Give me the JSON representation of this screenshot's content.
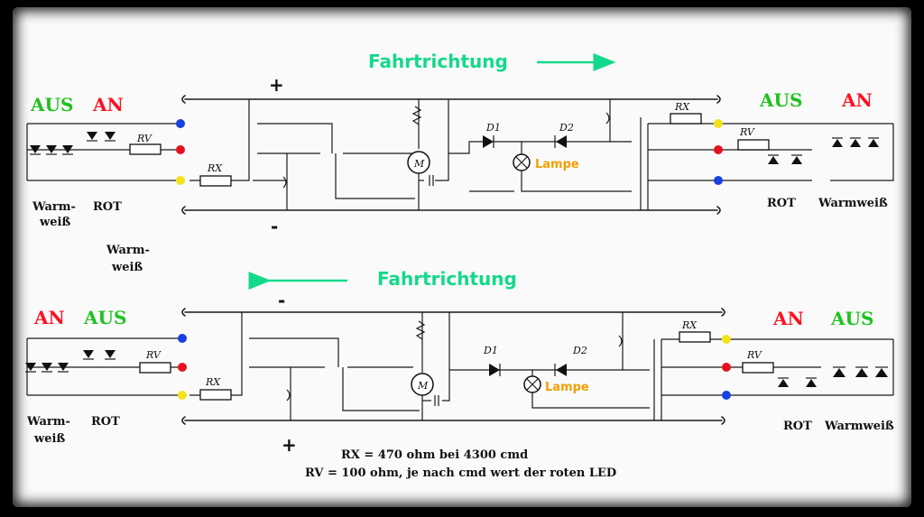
{
  "top": {
    "direction_label": "Fahrtrichtung",
    "plus": "+",
    "minus": "-",
    "left_off": "AUS",
    "left_on": "AN",
    "right_off": "AUS",
    "right_on": "AN",
    "left_label_warm_1": "Warm-",
    "left_label_warm_2": "weiß",
    "left_label_rot": "ROT",
    "left_label_warm2_1": "Warm-",
    "left_label_warm2_2": "weiß",
    "right_label_rot": "ROT",
    "right_label_warm": "Warmweiß",
    "rv": "RV",
    "rx": "RX",
    "d1": "D1",
    "d2": "D2",
    "motor": "M",
    "lampe": "Lampe",
    "rv_right": "RV",
    "rx_right": "RX"
  },
  "bottom": {
    "direction_label": "Fahrtrichtung",
    "minus": "-",
    "plus": "+",
    "left_on": "AN",
    "left_off": "AUS",
    "right_on": "AN",
    "right_off": "AUS",
    "left_label_warm_1": "Warm-",
    "left_label_warm_2": "weiß",
    "left_label_rot": "ROT",
    "right_label_rot": "ROT",
    "right_label_warm": "Warmweiß",
    "rv": "RV",
    "rx": "RX",
    "d1": "D1",
    "d2": "D2",
    "motor": "M",
    "lampe": "Lampe",
    "rv_right": "RV",
    "rx_right": "RX"
  },
  "notes": {
    "rx_note": "RX = 470 ohm bei 4300 cmd",
    "rv_note": "RV = 100 ohm, je nach cmd wert der roten LED"
  },
  "colors": {
    "blue": "#1740e0",
    "red": "#e8101e",
    "yellow": "#f3e21a",
    "arrow": "#15d98a"
  }
}
